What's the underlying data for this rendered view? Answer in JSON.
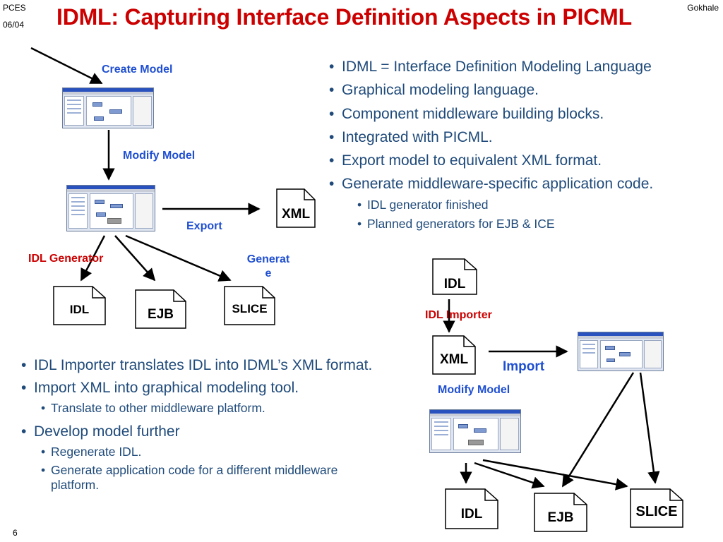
{
  "header": {
    "left_top": "PCES",
    "left_bottom": "06/04",
    "title": "IDML: Capturing Interface Definition Aspects in PICML",
    "right": "Gokhale"
  },
  "footer": {
    "page_number": "6"
  },
  "left_flow": {
    "create_model": "Create Model",
    "modify_model": "Modify Model",
    "export": "Export",
    "xml": "XML",
    "idl_generator": "IDL Generator",
    "generate": "Generat e",
    "outputs": [
      "IDL",
      "EJB",
      "SLICE"
    ]
  },
  "right_flow": {
    "idl": "IDL",
    "idl_importer": "IDL Importer",
    "xml": "XML",
    "import": "Import",
    "modify_model": "Modify Model",
    "outputs": [
      "IDL",
      "EJB",
      "SLICE"
    ]
  },
  "top_bullets": [
    {
      "level": 1,
      "text": "IDML = Interface Definition Modeling Language"
    },
    {
      "level": 1,
      "text": "Graphical modeling language."
    },
    {
      "level": 1,
      "text": "Component middleware building blocks."
    },
    {
      "level": 1,
      "text": "Integrated with PICML."
    },
    {
      "level": 1,
      "text": "Export model to equivalent XML format."
    },
    {
      "level": 1,
      "text": "Generate middleware-specific application code."
    },
    {
      "level": 2,
      "text": "IDL generator finished"
    },
    {
      "level": 2,
      "text": "Planned generators for EJB & ICE"
    }
  ],
  "bottom_bullets": [
    {
      "level": 1,
      "text": "IDL Importer translates IDL into IDML’s XML format."
    },
    {
      "level": 1,
      "text": "Import XML into graphical modeling tool."
    },
    {
      "level": 2,
      "text": "Translate to other middleware platform."
    },
    {
      "level": 1,
      "text": "Develop model further"
    },
    {
      "level": 2,
      "text": "Regenerate IDL."
    },
    {
      "level": 2,
      "text": "Generate application code for a different middleware platform."
    }
  ],
  "colors": {
    "title": "#cc0000",
    "blue_label": "#1f4fd1",
    "red_label": "#cc0000",
    "bullet_text": "#1f4a7a"
  }
}
